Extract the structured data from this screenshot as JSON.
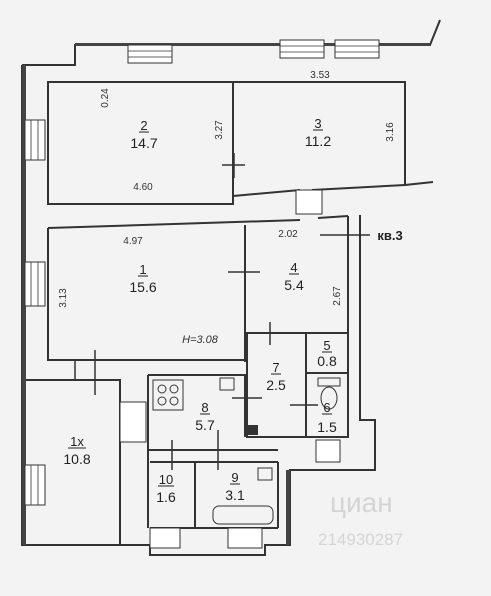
{
  "plan": {
    "apartment_label": "кв.3",
    "height_label": "Н=3.08",
    "watermark_text": "циан",
    "watermark_id": "214930287"
  },
  "rooms": [
    {
      "number": "2",
      "area": "14.7"
    },
    {
      "number": "3",
      "area": "11.2"
    },
    {
      "number": "1",
      "area": "15.6"
    },
    {
      "number": "4",
      "area": "5.4"
    },
    {
      "number": "5",
      "area": "0.8"
    },
    {
      "number": "7",
      "area": "2.5"
    },
    {
      "number": "6",
      "area": "1.5"
    },
    {
      "number": "8",
      "area": "5.7"
    },
    {
      "number": "1х",
      "area": "10.8"
    },
    {
      "number": "10",
      "area": "1.6"
    },
    {
      "number": "9",
      "area": "3.1"
    }
  ],
  "dimensions": {
    "d_024": "0.24",
    "d_460": "4.60",
    "d_327": "3.27",
    "d_353": "3.53",
    "d_316": "3.16",
    "d_497": "4.97",
    "d_313": "3.13",
    "d_202": "2.02",
    "d_267": "2.67"
  }
}
